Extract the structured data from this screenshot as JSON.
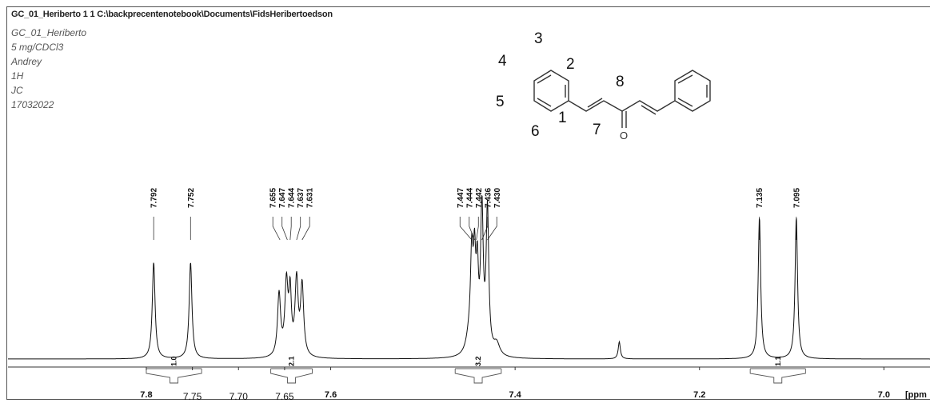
{
  "header": {
    "title": "GC_01_Heriberto 1 1 C:\\backprecentenotebook\\Documents\\FidsHeribertoedson"
  },
  "parameters": [
    "GC_01_Heriberto",
    "5 mg/CDCl3",
    "Andrey",
    "1H",
    "JC",
    "17032022"
  ],
  "structure": {
    "atom_labels": [
      "1",
      "2",
      "3",
      "4",
      "5",
      "6",
      "7",
      "8"
    ],
    "oxygen_label": "O"
  },
  "chart_data": {
    "type": "line",
    "xlabel": "[ppm",
    "xlim": [
      7.95,
      6.95
    ],
    "x_ticks": [
      {
        "value": 7.8,
        "label": "7.8"
      },
      {
        "value": 7.75,
        "label": "7.75"
      },
      {
        "value": 7.7,
        "label": "7.70"
      },
      {
        "value": 7.65,
        "label": "7.65"
      },
      {
        "value": 7.6,
        "label": "7.6"
      },
      {
        "value": 7.4,
        "label": "7.4"
      },
      {
        "value": 7.2,
        "label": "7.2"
      },
      {
        "value": 7.0,
        "label": "7.0"
      }
    ],
    "peak_groups": [
      {
        "labels": [
          "7.792",
          "7.752"
        ],
        "shifts": [
          7.792,
          7.752
        ]
      },
      {
        "labels": [
          "7.655",
          "7.647",
          "7.644",
          "7.637",
          "7.631"
        ],
        "shifts": [
          7.655,
          7.647,
          7.644,
          7.637,
          7.631
        ]
      },
      {
        "labels": [
          "7.447",
          "7.444",
          "7.442",
          "7.436",
          "7.430"
        ],
        "shifts": [
          7.447,
          7.444,
          7.442,
          7.436,
          7.43
        ]
      },
      {
        "labels": [
          "7.135",
          "7.095"
        ],
        "shifts": [
          7.135,
          7.095
        ]
      }
    ],
    "peaks": [
      {
        "shift": 7.792,
        "height": 0.62,
        "width": 0.0018
      },
      {
        "shift": 7.752,
        "height": 0.62,
        "width": 0.0018
      },
      {
        "shift": 7.656,
        "height": 0.4,
        "width": 0.002
      },
      {
        "shift": 7.648,
        "height": 0.46,
        "width": 0.002
      },
      {
        "shift": 7.644,
        "height": 0.38,
        "width": 0.0016
      },
      {
        "shift": 7.637,
        "height": 0.48,
        "width": 0.002
      },
      {
        "shift": 7.631,
        "height": 0.45,
        "width": 0.002
      },
      {
        "shift": 7.45,
        "height": 0.1,
        "width": 0.004
      },
      {
        "shift": 7.447,
        "height": 0.58,
        "width": 0.0017
      },
      {
        "shift": 7.444,
        "height": 0.52,
        "width": 0.0015
      },
      {
        "shift": 7.441,
        "height": 0.48,
        "width": 0.0015
      },
      {
        "shift": 7.436,
        "height": 0.92,
        "width": 0.0017
      },
      {
        "shift": 7.43,
        "height": 0.92,
        "width": 0.0017
      },
      {
        "shift": 7.42,
        "height": 0.08,
        "width": 0.004
      },
      {
        "shift": 7.287,
        "height": 0.11,
        "width": 0.0014
      },
      {
        "shift": 7.135,
        "height": 0.91,
        "width": 0.0016
      },
      {
        "shift": 7.095,
        "height": 0.91,
        "width": 0.0016
      }
    ],
    "integrals": [
      {
        "from": 7.8,
        "to": 7.74,
        "label": "1.0"
      },
      {
        "from": 7.665,
        "to": 7.62,
        "label": "2.1"
      },
      {
        "from": 7.465,
        "to": 7.415,
        "label": "3.2"
      },
      {
        "from": 7.145,
        "to": 7.085,
        "label": "1.1"
      }
    ]
  }
}
